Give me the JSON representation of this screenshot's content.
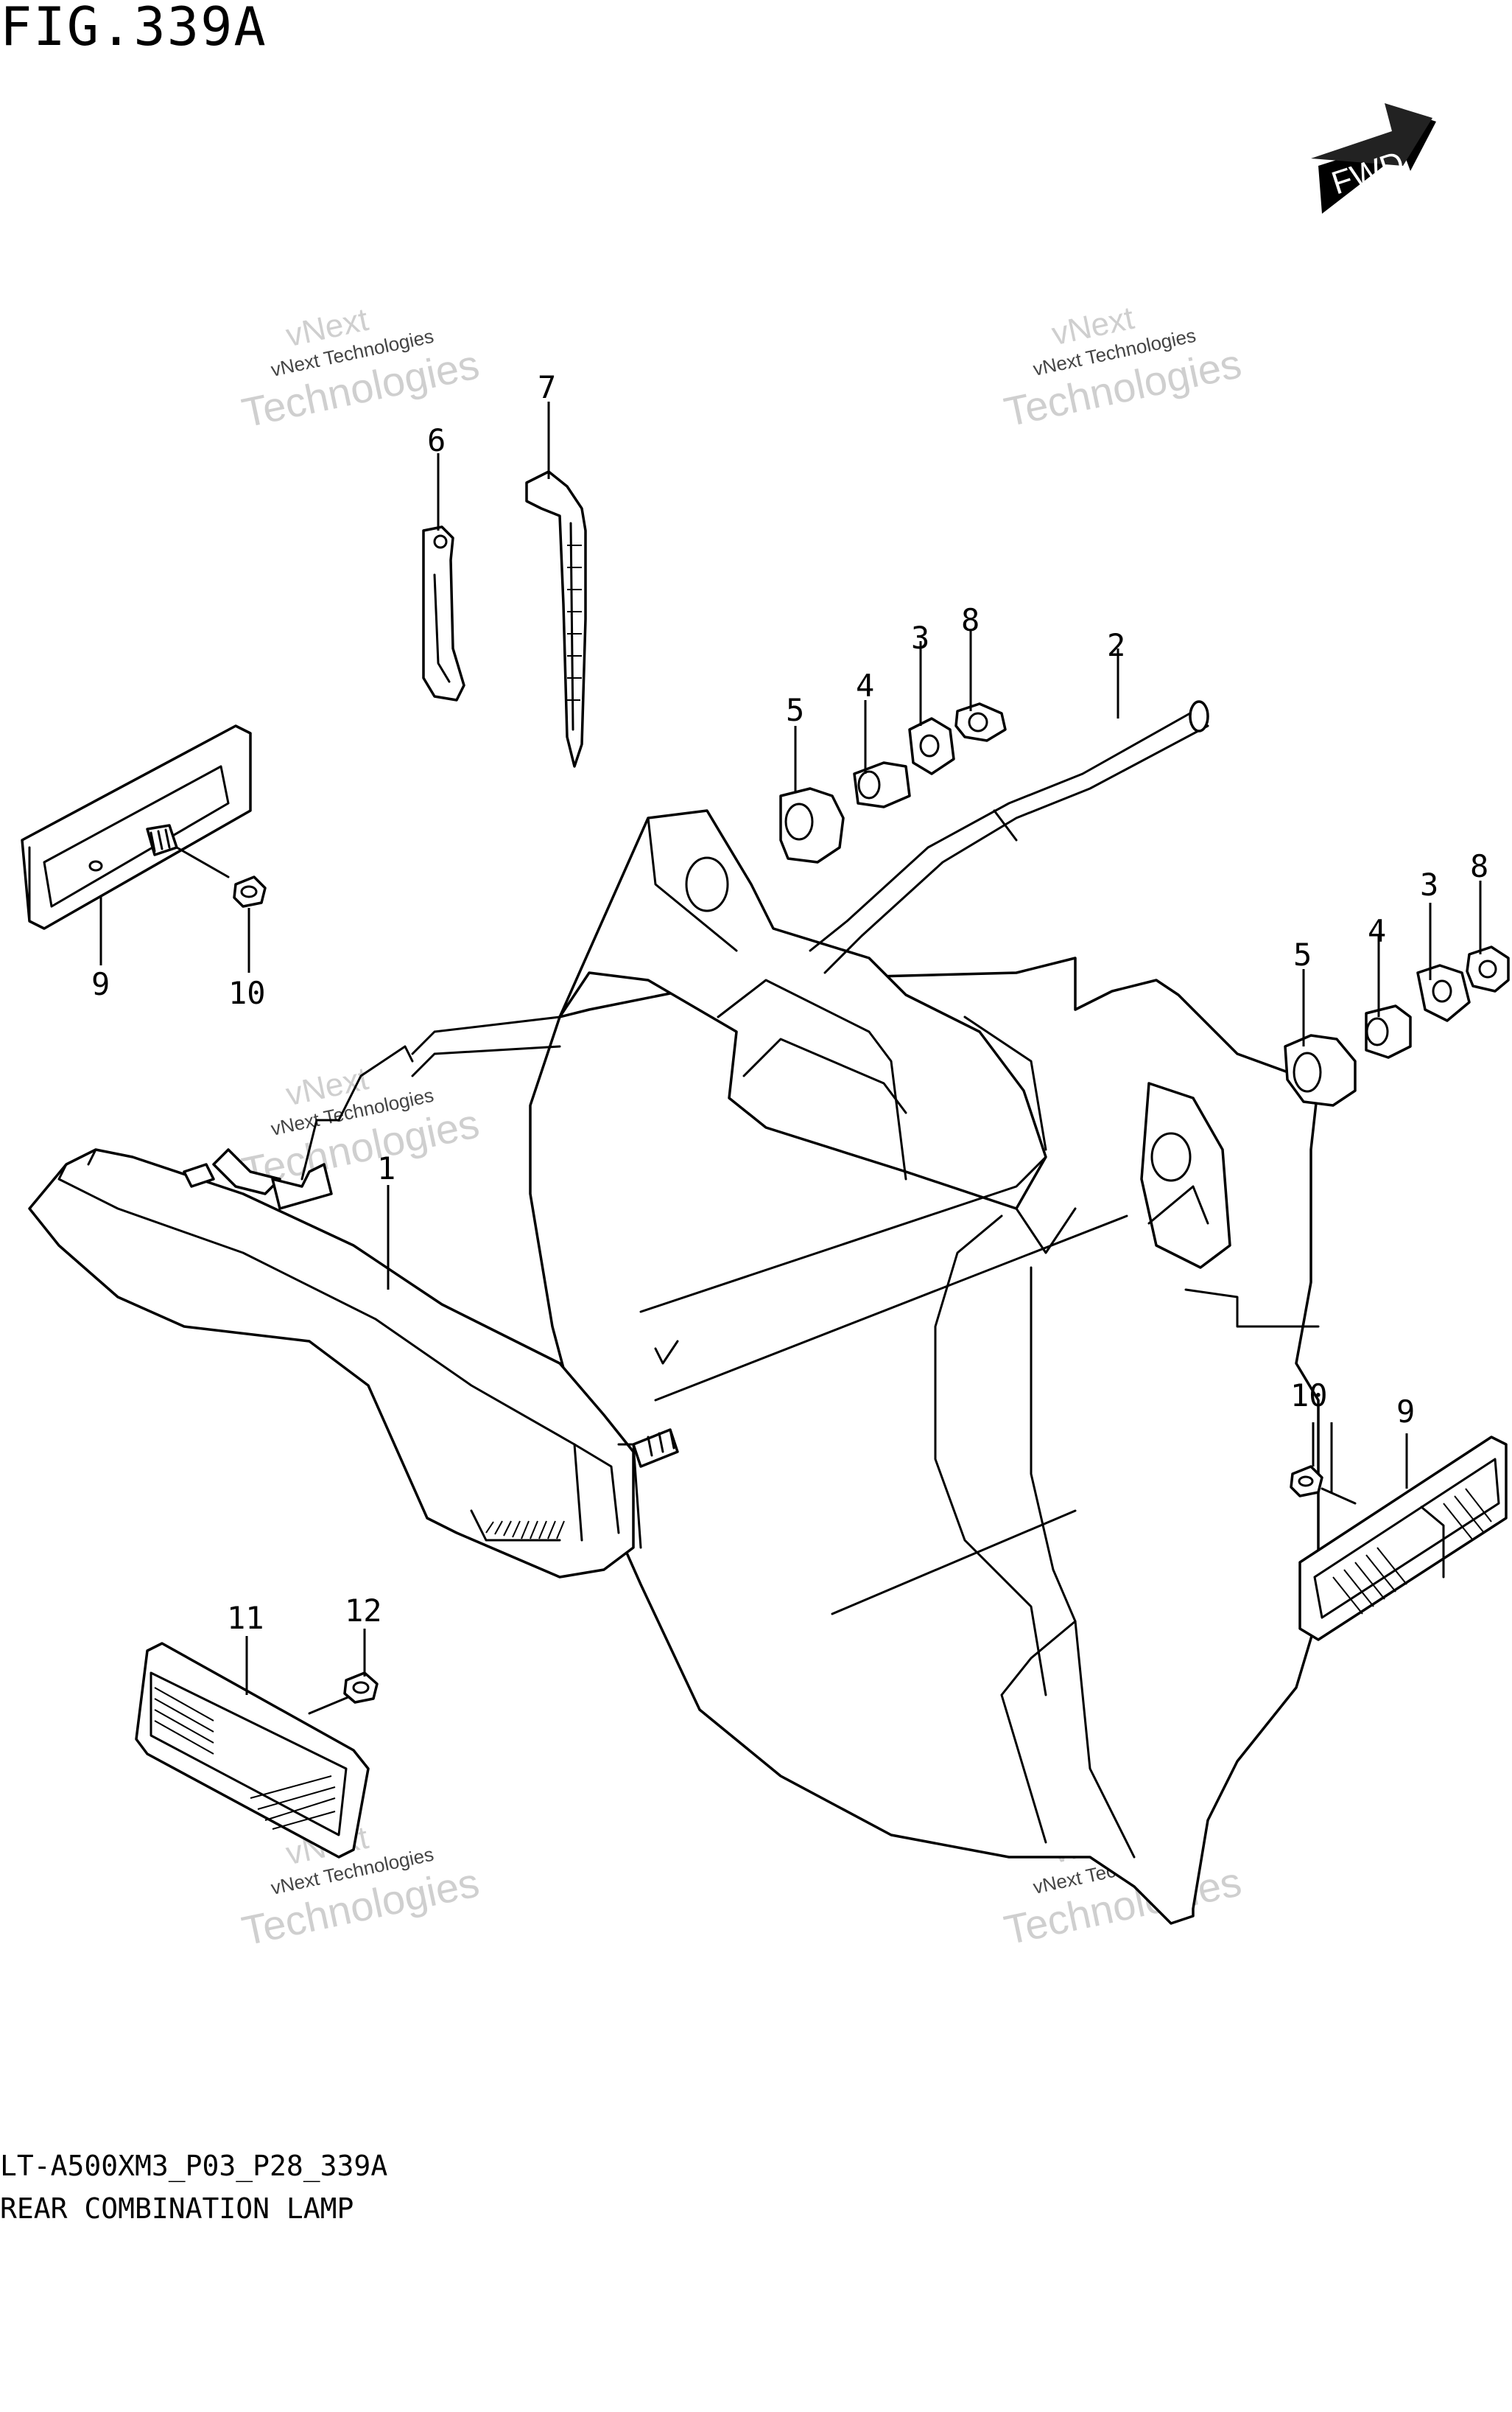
{
  "figure": {
    "title": "FIG.339A"
  },
  "direction_badge": {
    "label": "FWD"
  },
  "footer": {
    "model_code": "LT-A500XM3_P03_P28_339A",
    "section_name": "REAR COMBINATION LAMP"
  },
  "watermark": {
    "line1": "vNext Technologies",
    "line2": "vNext",
    "line3": "Technologies"
  },
  "callouts": [
    "1",
    "2",
    "3",
    "4",
    "5",
    "6",
    "7",
    "8",
    "9",
    "10",
    "11",
    "12"
  ]
}
